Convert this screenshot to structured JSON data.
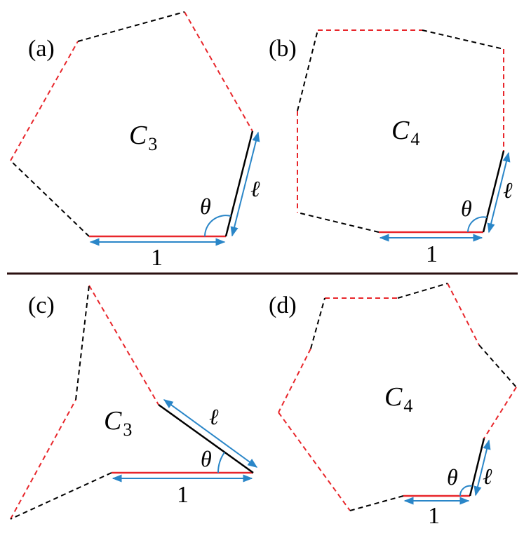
{
  "colors": {
    "red": "#e8262b",
    "black": "#000000",
    "blue": "#2a86c8",
    "divider": "#2a0f0f"
  },
  "panels": [
    {
      "tag": "(a)",
      "cell_letter": "C",
      "cell_index": "3",
      "angle_label": "θ",
      "length_label": "ℓ",
      "unit_label": "1"
    },
    {
      "tag": "(b)",
      "cell_letter": "C",
      "cell_index": "4",
      "angle_label": "θ",
      "length_label": "ℓ",
      "unit_label": "1"
    },
    {
      "tag": "(c)",
      "cell_letter": "C",
      "cell_index": "3",
      "angle_label": "θ",
      "length_label": "ℓ",
      "unit_label": "1"
    },
    {
      "tag": "(d)",
      "cell_letter": "C",
      "cell_index": "4",
      "angle_label": "θ",
      "length_label": "ℓ",
      "unit_label": "1"
    }
  ]
}
